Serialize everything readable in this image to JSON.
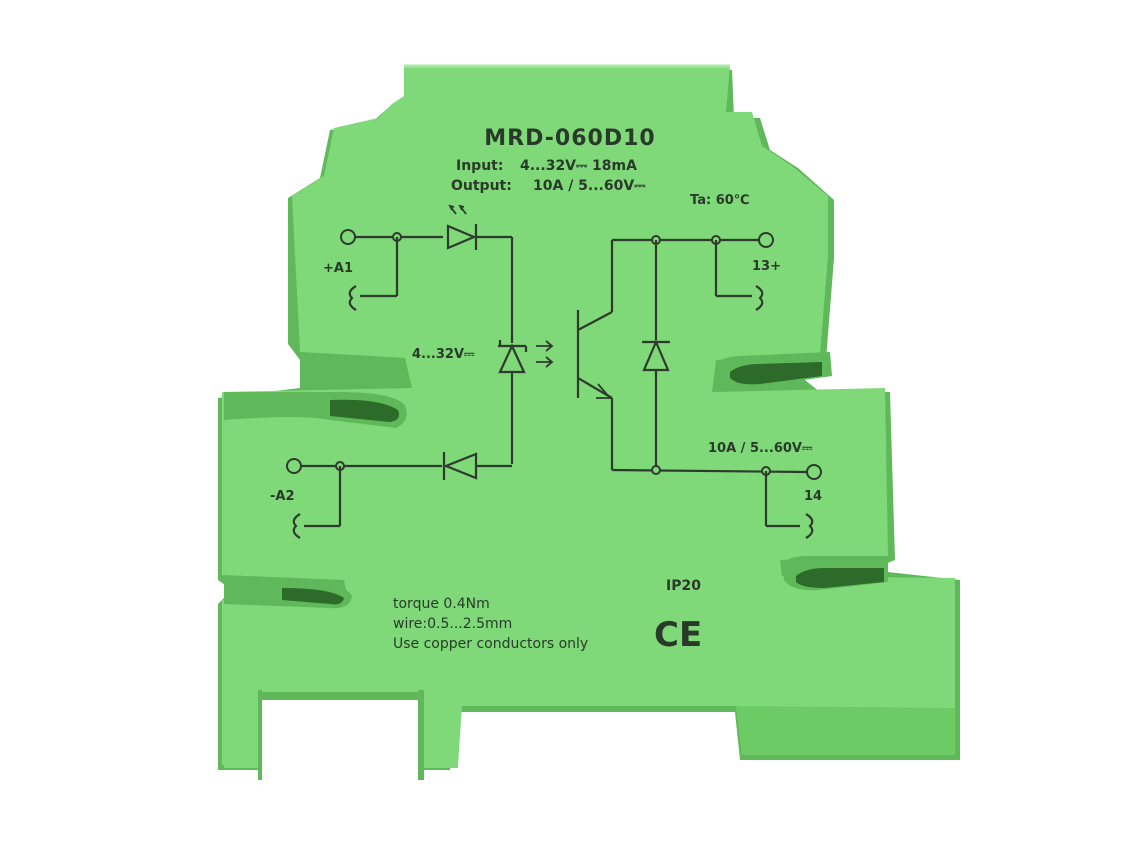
{
  "colors": {
    "housing": "#7fd978",
    "housing_shadow": "#5fb85a",
    "slot": "#4e9c49",
    "ink": "#2e3a2e",
    "background": "#ffffff"
  },
  "device": {
    "model": "MRD-060D10",
    "input_label": "Input:",
    "input_value": "4...32V⎓  18mA",
    "output_label": "Output:",
    "output_value": "10A / 5...60V⎓",
    "ambient_temp": "Ta: 60℃",
    "ip_rating": "IP20",
    "ce_mark": "CE"
  },
  "terminals": {
    "a1": "+A1",
    "a2": "-A2",
    "t13": "13+",
    "t14": "14"
  },
  "schematic": {
    "input_voltage": "4...32V⎓",
    "output_rating": "10A / 5...60V⎓"
  },
  "notes": {
    "torque": "torque 0.4Nm",
    "wire": "wire:0.5...2.5mm",
    "copper": "Use copper conductors only"
  }
}
